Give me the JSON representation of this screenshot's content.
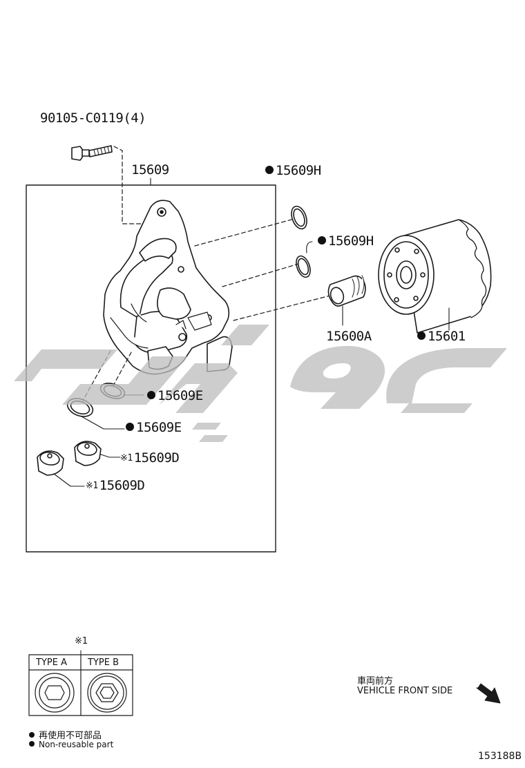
{
  "parts": {
    "bolt": "90105-C0119(4)",
    "assembly": "15609",
    "oring_h_top": "15609H",
    "oring_h_mid": "15609H",
    "plug": "15600A",
    "filter": "15601",
    "gasket_e_upper": "15609E",
    "gasket_e_lower": "15609E",
    "plug_d_upper": "15609D",
    "plug_d_lower": "15609D"
  },
  "note_mark": "※1",
  "type_table": {
    "mark": "※1",
    "type_a": "TYPE A",
    "type_b": "TYPE B"
  },
  "legend": {
    "jp": "再使用不可部品",
    "en": "Non-reusable part"
  },
  "direction": {
    "jp": "車両前方",
    "en": "VEHICLE FRONT SIDE"
  },
  "diagram_id": "153188B",
  "colors": {
    "line": "#1a1a1a",
    "watermark": "#c8c8c8"
  }
}
